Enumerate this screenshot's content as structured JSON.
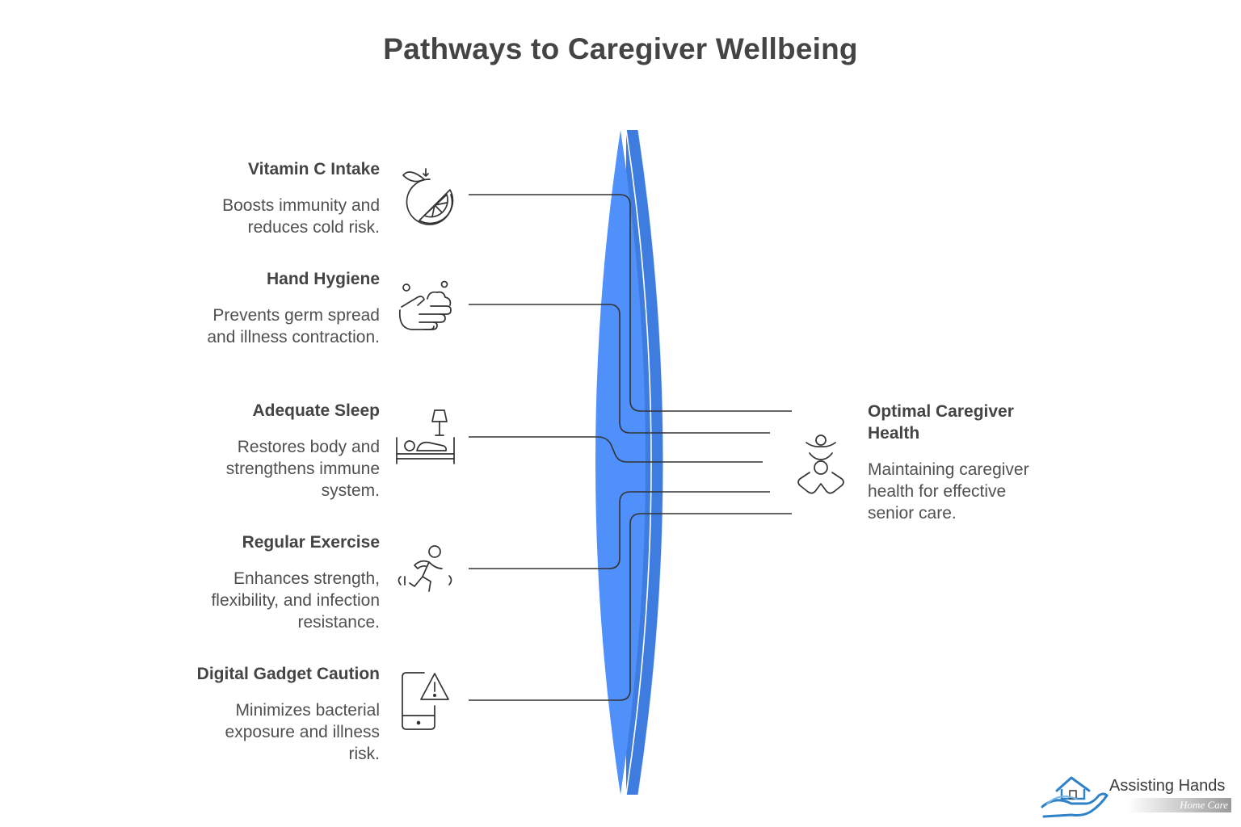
{
  "title": "Pathways to Caregiver Wellbeing",
  "pathways": [
    {
      "title": "Vitamin C Intake",
      "description": "Boosts immunity and reduces cold risk.",
      "icon": "citrus-icon"
    },
    {
      "title": "Hand Hygiene",
      "description": "Prevents germ spread and illness contraction.",
      "icon": "hand-washing-icon"
    },
    {
      "title": "Adequate Sleep",
      "description": "Restores body and strengthens immune system.",
      "icon": "bed-sleep-icon"
    },
    {
      "title": "Regular Exercise",
      "description": "Enhances strength, flexibility, and infection resistance.",
      "icon": "running-person-icon"
    },
    {
      "title": "Digital Gadget Caution",
      "description": "Minimizes bacterial exposure and illness risk.",
      "icon": "phone-warning-icon"
    }
  ],
  "outcome": {
    "title": "Optimal Caregiver Health",
    "description": "Maintaining caregiver health for effective senior care.",
    "icon": "meditation-person-icon"
  },
  "logo": {
    "name": "Assisting Hands",
    "subtitle": "Home Care"
  },
  "colors": {
    "lens": "#4f90fb",
    "lens_edge": "#3f7ce0",
    "lines": "#333333",
    "text": "#444444"
  }
}
